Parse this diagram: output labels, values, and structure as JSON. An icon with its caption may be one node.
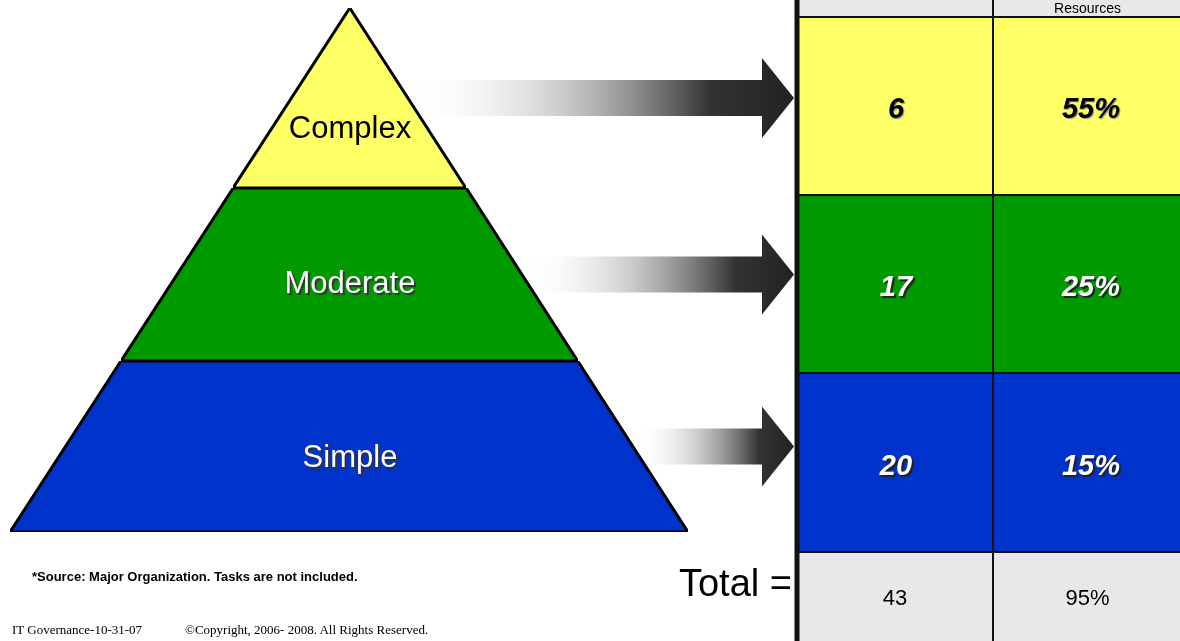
{
  "diagram": {
    "nodes": [
      {
        "text": [
          "Complex"
        ]
      },
      {
        "text": [
          "Moderate"
        ]
      },
      {
        "text": [
          "Simple"
        ]
      },
      {
        "text": [
          "6",
          "55%"
        ]
      },
      {
        "text": [
          "17",
          "25%"
        ]
      },
      {
        "text": [
          "20",
          "15%"
        ]
      }
    ],
    "edges": [
      {
        "from": 0,
        "to": 3,
        "arrow": "to"
      },
      {
        "from": 1,
        "to": 4,
        "arrow": "to"
      },
      {
        "from": 2,
        "to": 5,
        "arrow": "to"
      }
    ],
    "labels": [
      "Resources",
      "Total =",
      "43",
      "95%",
      "*Source: Major Organization. Tasks are not included.",
      "IT Governance-10-31-07",
      "©Copyright, 2006- 2008. All Rights Reserved."
    ]
  }
}
